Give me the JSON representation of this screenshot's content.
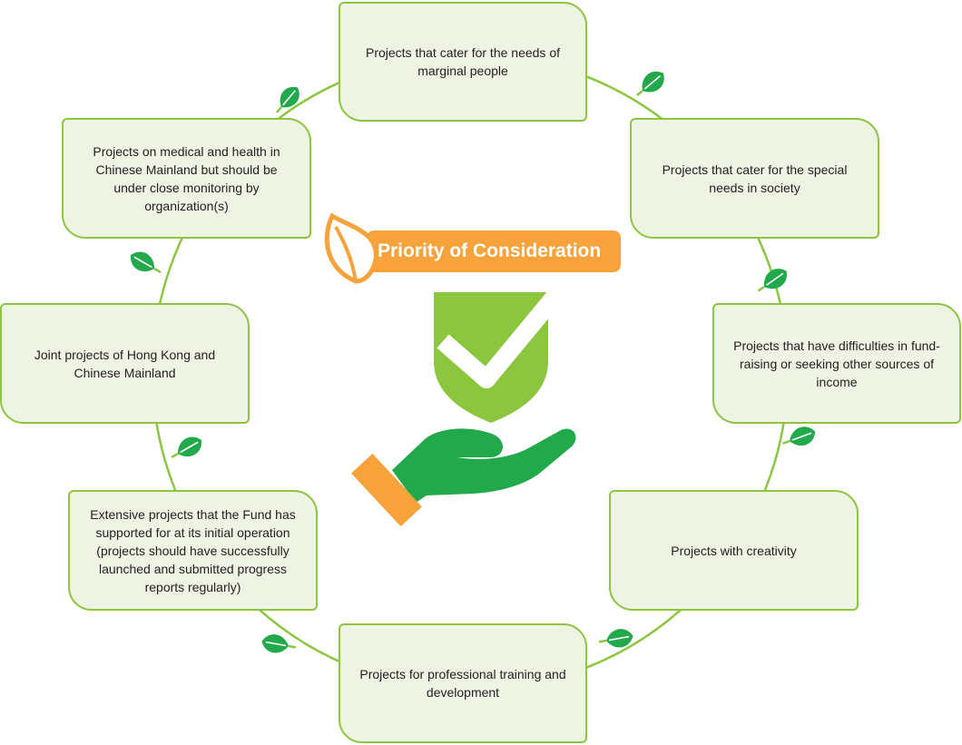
{
  "title": "Priority of Consideration",
  "colors": {
    "ring": "#8cc63f",
    "box_fill": "#eef3e4",
    "box_border": "#8cc63f",
    "banner": "#f7a23a",
    "shield": "#8cc63f",
    "hand": "#22a94b",
    "cuff": "#f7a23a",
    "leaf": "#22a94b"
  },
  "icons": {
    "title_leaf": "leaf-outline-icon",
    "center": "shield-check-hand-icon",
    "ring_leaf": "leaf-icon"
  },
  "items": [
    "Projects that cater for the needs of marginal people",
    "Projects that cater for the special needs in society",
    "Projects that have difficulties in fund-raising or seeking other sources of income",
    "Projects with creativity",
    "Projects for professional training and development",
    "Extensive projects that the Fund has supported for at its initial operation (projects should have successfully launched and submitted progress reports regularly)",
    "Joint projects of Hong Kong and Chinese Mainland",
    "Projects on medical and health in Chinese Mainland but should be under close monitoring by organization(s)"
  ]
}
